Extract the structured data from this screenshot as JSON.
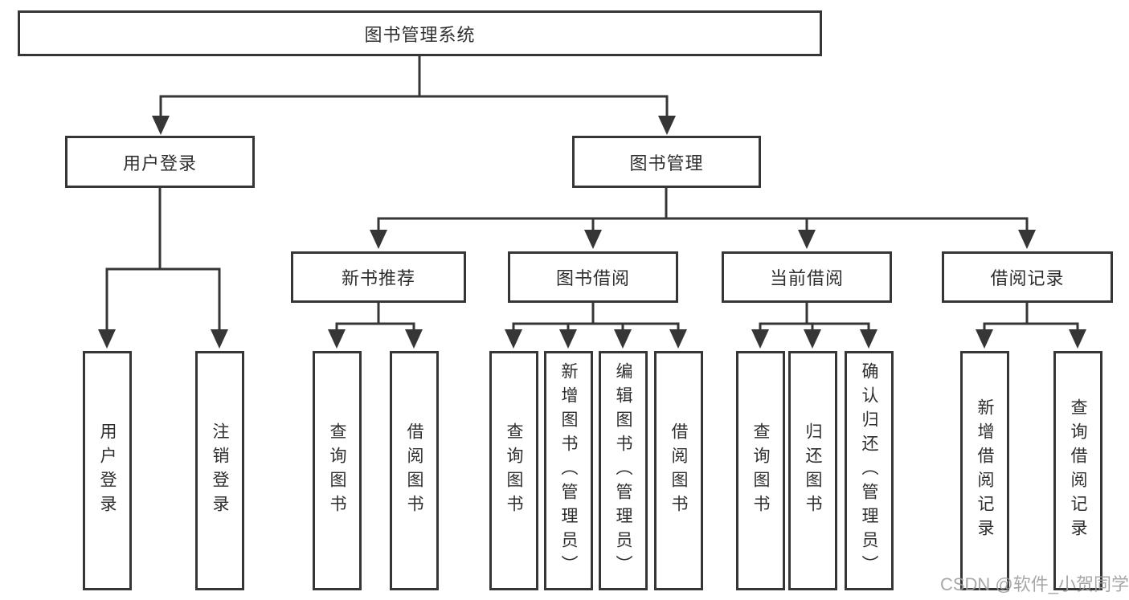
{
  "diagram": {
    "root": {
      "label": "图书管理系统"
    },
    "level2": {
      "user_login": {
        "label": "用户登录"
      },
      "book_management": {
        "label": "图书管理"
      }
    },
    "level3": {
      "new_book_rec": {
        "label": "新书推荐"
      },
      "book_borrow": {
        "label": "图书借阅"
      },
      "current_borrow": {
        "label": "当前借阅"
      },
      "borrow_records": {
        "label": "借阅记录"
      }
    },
    "leaves": [
      {
        "label": "用户登录"
      },
      {
        "label": "注销登录"
      },
      {
        "label": "查询图书"
      },
      {
        "label": "借阅图书"
      },
      {
        "label": "查询图书"
      },
      {
        "label": "新增图书（管理员）"
      },
      {
        "label": "编辑图书（管理员）"
      },
      {
        "label": "借阅图书"
      },
      {
        "label": "查询图书"
      },
      {
        "label": "归还图书"
      },
      {
        "label": "确认归还（管理员）"
      },
      {
        "label": "新增借阅记录"
      },
      {
        "label": "查询借阅记录"
      }
    ]
  },
  "watermark": "CSDN @软件_小贺同学",
  "colors": {
    "line": "#363636",
    "text": "#2e2e2e",
    "box_background": "#ffffff",
    "watermark": "#9e9e9e"
  }
}
